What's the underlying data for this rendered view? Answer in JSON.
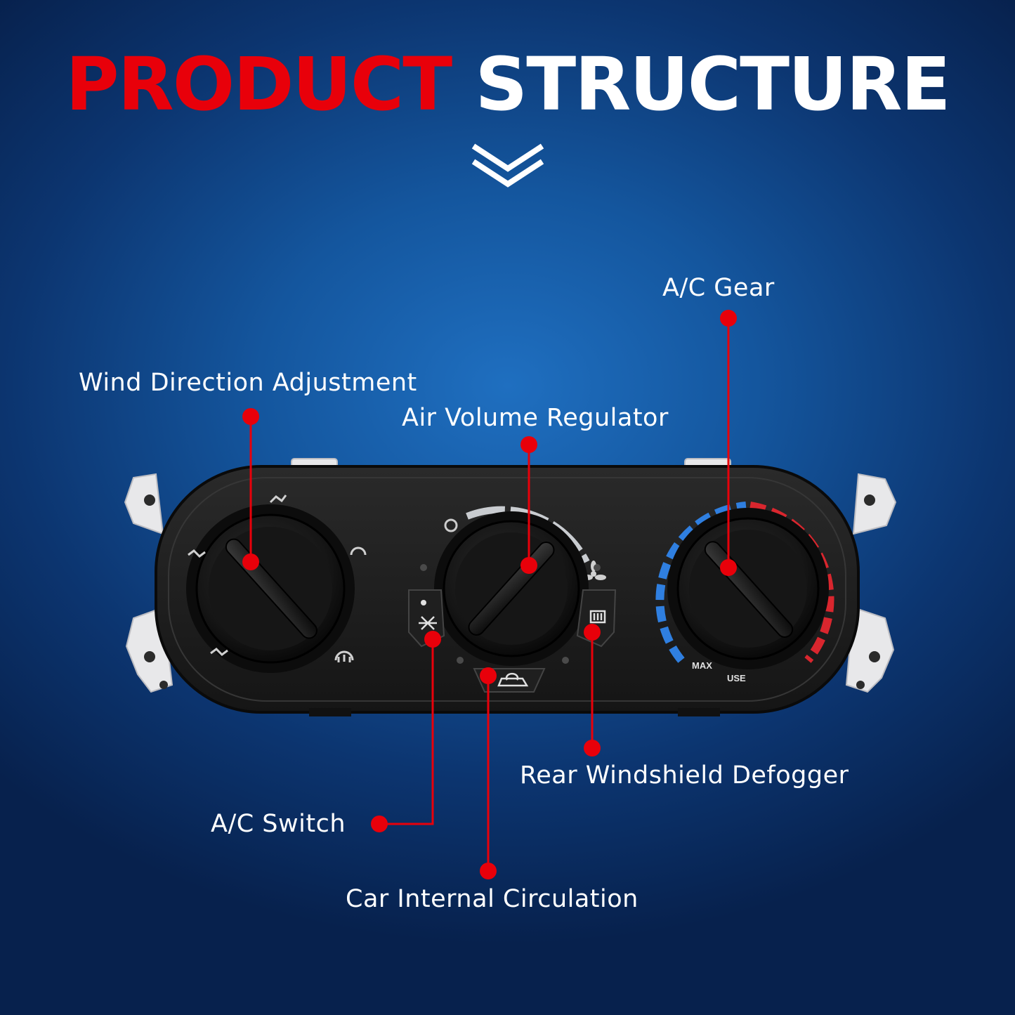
{
  "title": {
    "part1": "PRODUCT",
    "part2": "STRUCTURE"
  },
  "colors": {
    "accent_red": "#e8000a",
    "background_blue": "#14569e"
  },
  "icons": [
    "double-chevron-down-icon",
    "fan-icon",
    "snowflake-icon",
    "defrost-icon",
    "recirculation-icon"
  ],
  "panel": {
    "ac_dial_text": {
      "max": "MAX",
      "use": "USE"
    }
  },
  "labels": {
    "ac_gear": "A/C Gear",
    "wind_direction": "Wind Direction Adjustment",
    "air_volume": "Air Volume Regulator",
    "rear_defogger": "Rear Windshield Defogger",
    "ac_switch": "A/C Switch",
    "internal_circulation": "Car Internal Circulation"
  }
}
